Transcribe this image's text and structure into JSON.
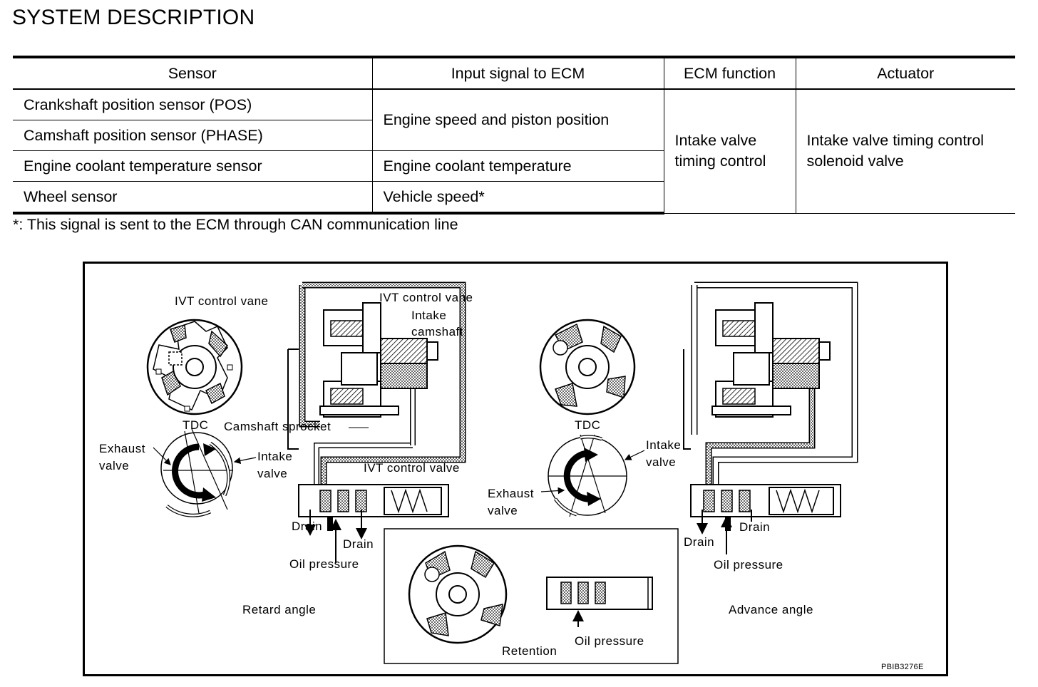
{
  "page_title": "SYSTEM DESCRIPTION",
  "table": {
    "headers": [
      "Sensor",
      "Input signal to ECM",
      "ECM function",
      "Actuator"
    ],
    "sensors": [
      "Crankshaft position sensor (POS)",
      "Camshaft position sensor (PHASE)",
      "Engine coolant temperature sensor",
      "Wheel sensor"
    ],
    "inputs": [
      "Engine speed and piston position",
      "Engine coolant temperature",
      "Vehicle speed*"
    ],
    "ecm_function": [
      "Intake valve",
      "timing control"
    ],
    "actuator": [
      "Intake valve timing control",
      "solenoid valve"
    ]
  },
  "footnote": "*: This signal is sent to the ECM through CAN communication line",
  "figure": {
    "labels": {
      "ivt_vane_left": "IVT control vane",
      "ivt_vane_center": "IVT control vane",
      "intake_1": "Intake",
      "camshaft": "camshaft",
      "tdc_left": "TDC",
      "camshaft_sprocket": "Camshaft sprocket",
      "exhaust_left_1": "Exhaust",
      "exhaust_left_2": "valve",
      "intake_left_1": "Intake",
      "intake_left_2": "valve",
      "ivt_control_valve": "IVT control valve",
      "drain_left_1": "Drain",
      "drain_left_2": "Drain",
      "oil_pressure_left": "Oil pressure",
      "tdc_right": "TDC",
      "intake_right_1": "Intake",
      "intake_right_2": "valve",
      "exhaust_right_1": "Exhaust",
      "exhaust_right_2": "valve",
      "drain_right_1": "Drain",
      "drain_right_2": "Drain",
      "oil_pressure_right": "Oil pressure",
      "oil_pressure_center": "Oil pressure"
    },
    "captions": {
      "retard": "Retard angle",
      "advance": "Advance angle",
      "retention": "Retention"
    },
    "code": "PBIB3276E"
  }
}
